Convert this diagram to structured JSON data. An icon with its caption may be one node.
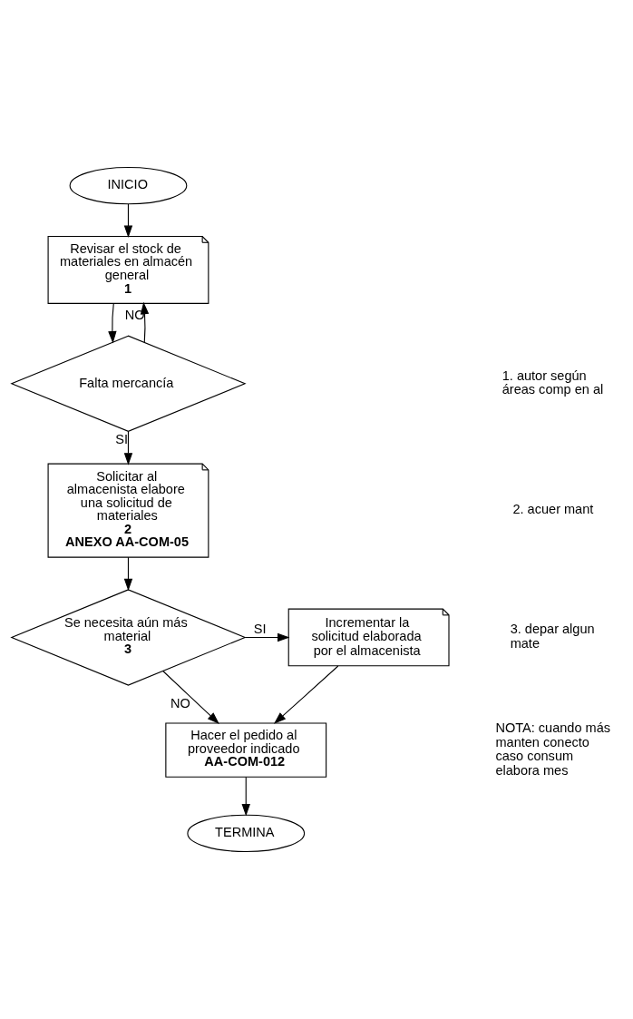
{
  "diagram": {
    "nodes": [
      {
        "text": [
          "INICIO"
        ]
      },
      {
        "text": [
          "Revisar el stock de materiales en almacén general",
          "1"
        ]
      },
      {
        "text": [
          "Falta mercancía"
        ]
      },
      {
        "text": [
          "Solicitar al almacenista elabore una solicitud de materiales",
          "2",
          "ANEXO AA-COM-05"
        ]
      },
      {
        "text": [
          "Se necesita aún más material",
          "3"
        ]
      },
      {
        "text": [
          "Incrementar la solicitud elaborada por el almacenista"
        ]
      },
      {
        "text": [
          "Hacer el pedido al proveedor indicado",
          "AA-COM-012"
        ]
      },
      {
        "text": [
          "TERMINA"
        ]
      }
    ],
    "edges": [
      {
        "from": 0,
        "to": 1,
        "arrow": "to"
      },
      {
        "from": 1,
        "to": 2,
        "arrow": "to"
      },
      {
        "from": 2,
        "to": 1,
        "label": "NO",
        "arrow": "to"
      },
      {
        "from": 2,
        "to": 3,
        "label": "SI",
        "arrow": "to"
      },
      {
        "from": 3,
        "to": 4,
        "arrow": "to"
      },
      {
        "from": 4,
        "to": 5,
        "label": "SI",
        "arrow": "to"
      },
      {
        "from": 4,
        "to": 6,
        "label": "NO",
        "arrow": "to"
      },
      {
        "from": 5,
        "to": 6,
        "arrow": "to"
      },
      {
        "from": 6,
        "to": 7,
        "arrow": "to"
      }
    ],
    "labels": [
      "1. autor según áreas comp en al",
      "2. acuer mant",
      "3. depar algun mate",
      "NOTA: cuando más manten conecto caso consum elabora mes"
    ]
  }
}
